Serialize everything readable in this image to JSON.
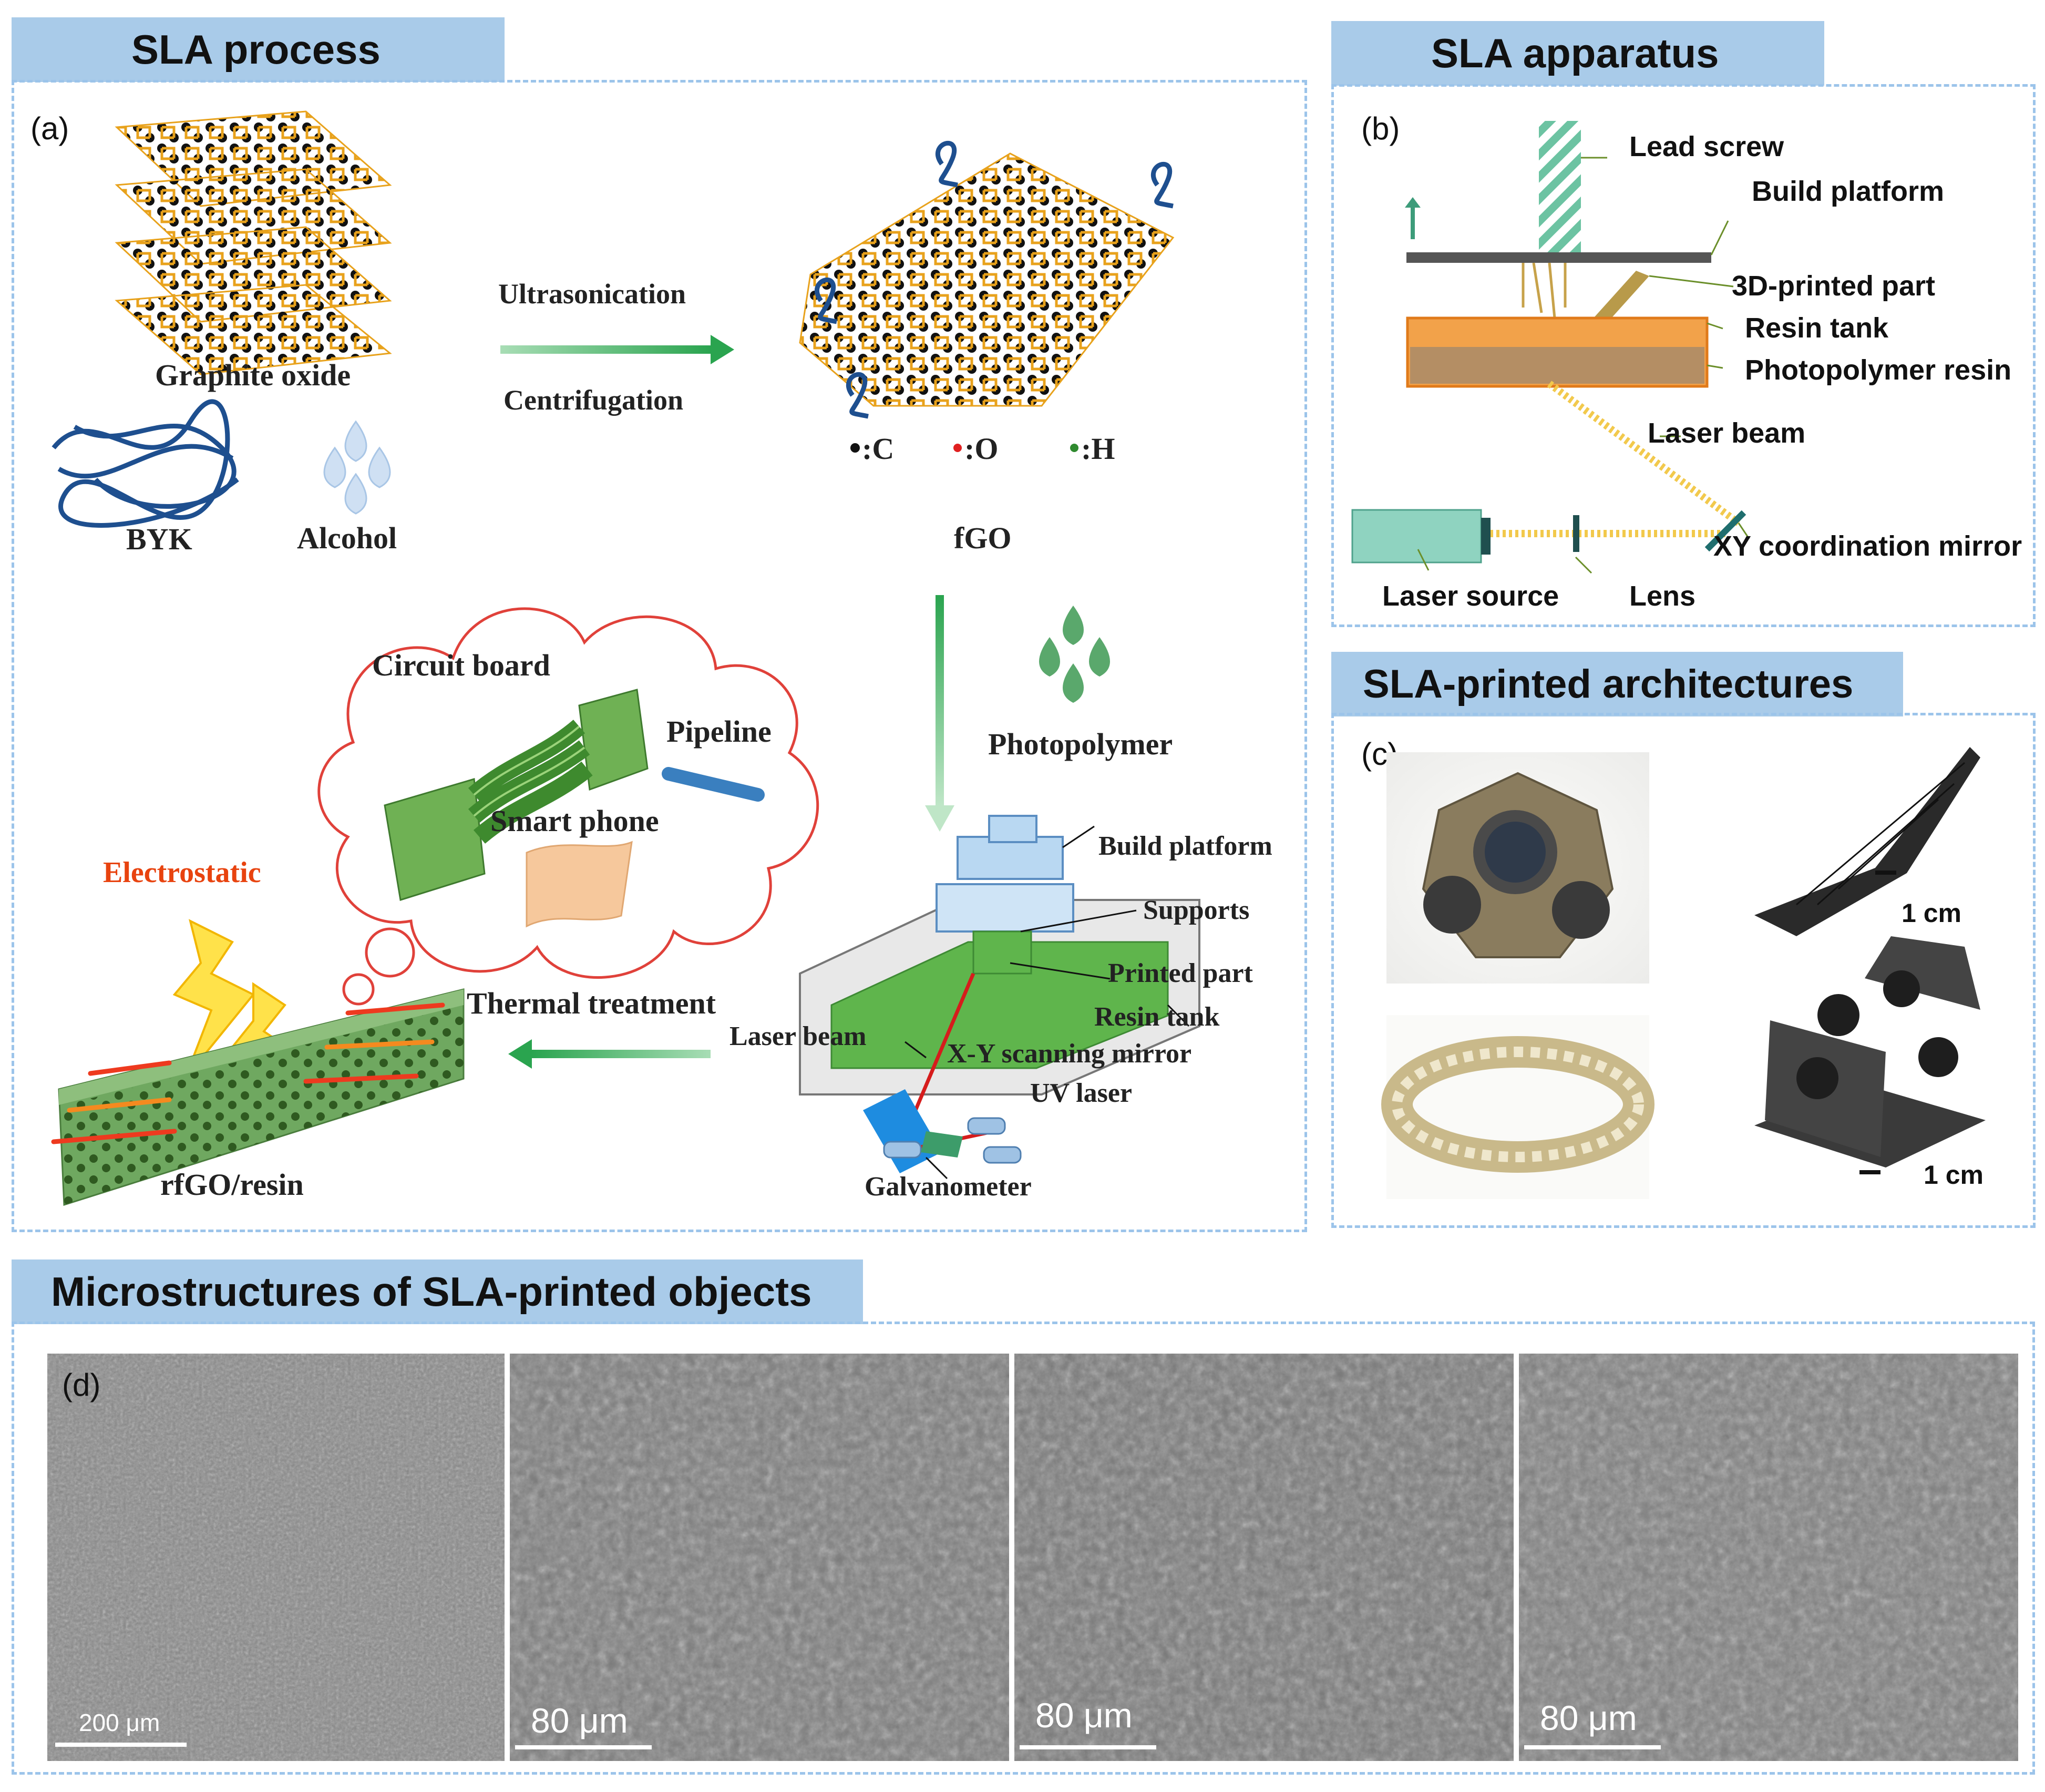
{
  "headers": {
    "sla_process": "SLA process",
    "sla_apparatus": "SLA apparatus",
    "sla_printed_architectures": "SLA-printed architectures",
    "microstructures": "Microstructures of SLA-printed objects"
  },
  "panel_a": {
    "letter": "(a)",
    "graphite_oxide": "Graphite oxide",
    "byk": "BYK",
    "alcohol": "Alcohol",
    "ultrasonication": "Ultrasonication",
    "centrifugation": "Centrifugation",
    "legend_c": ":C",
    "legend_o": ":O",
    "legend_h": ":H",
    "fgo": "fGO",
    "photopolymer": "Photopolymer",
    "circuit_board": "Circuit board",
    "pipeline": "Pipeline",
    "smart_phone": "Smart phone",
    "electrostatic": "Electrostatic",
    "thermal_treatment": "Thermal treatment",
    "rfgo_resin": "rfGO/resin",
    "build_platform": "Build platform",
    "supports": "Supports",
    "printed_part": "Printed part",
    "resin_tank": "Resin tank",
    "laser_beam": "Laser beam",
    "xy_scanning_mirror": "X-Y scanning mirror",
    "uv_laser": "UV laser",
    "galvanometer": "Galvanometer"
  },
  "panel_b": {
    "letter": "(b)",
    "lead_screw": "Lead screw",
    "build_platform": "Build platform",
    "printed_part": "3D-printed part",
    "resin_tank": "Resin tank",
    "photopolymer_resin": "Photopolymer resin",
    "laser_beam": "Laser beam",
    "xy_mirror": "XY coordination mirror",
    "laser_source": "Laser source",
    "lens": "Lens"
  },
  "panel_c": {
    "letter": "(c)",
    "scale_1": "1 cm",
    "scale_2": "1 cm"
  },
  "panel_d": {
    "letter": "(d)",
    "scale_1": "200 μm",
    "scale_2": "80 μm",
    "scale_3": "80 μm",
    "scale_4": "80 μm"
  },
  "colors": {
    "header_bg": "#a9cbe9",
    "panel_border": "#9cc4ea",
    "arrow_green": "#2aa44f",
    "resin_orange": "#f2a24a",
    "laser_yellow": "#f2c94c"
  }
}
